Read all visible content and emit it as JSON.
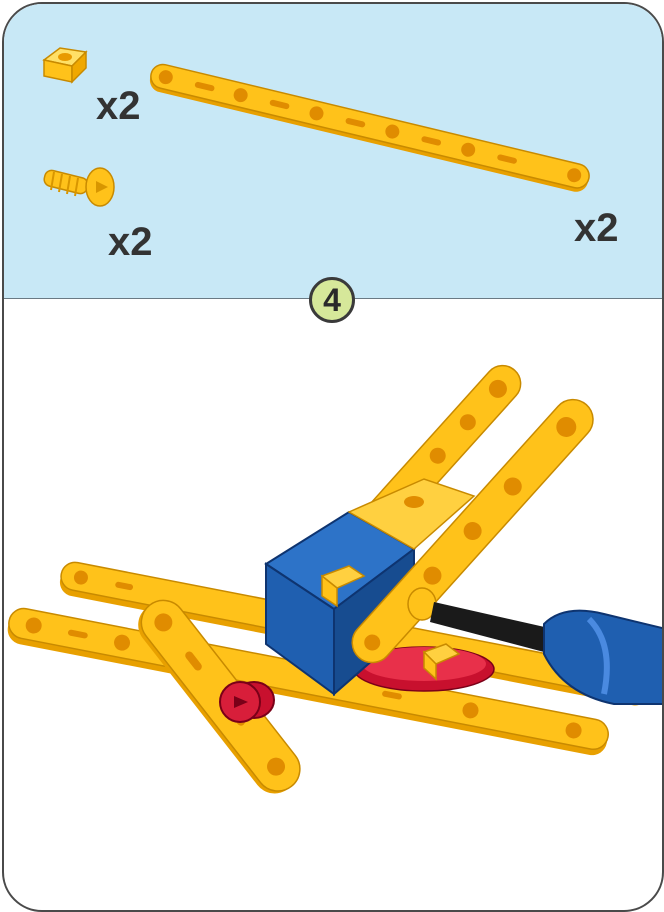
{
  "parts": {
    "nut_qty": "x2",
    "screw_qty": "x2",
    "strip_qty": "x2"
  },
  "step": {
    "number": "4"
  },
  "colors": {
    "panel_bg": "#c8e8f6",
    "part_yellow": "#ffc21a",
    "part_outline": "#c88a00",
    "blue_part": "#1f5fb0",
    "red_part": "#c8102e",
    "badge_fill": "#d6e89a"
  },
  "icons": [
    "square-nut-icon",
    "metal-strip-icon",
    "screw-icon",
    "screwdriver-icon"
  ]
}
